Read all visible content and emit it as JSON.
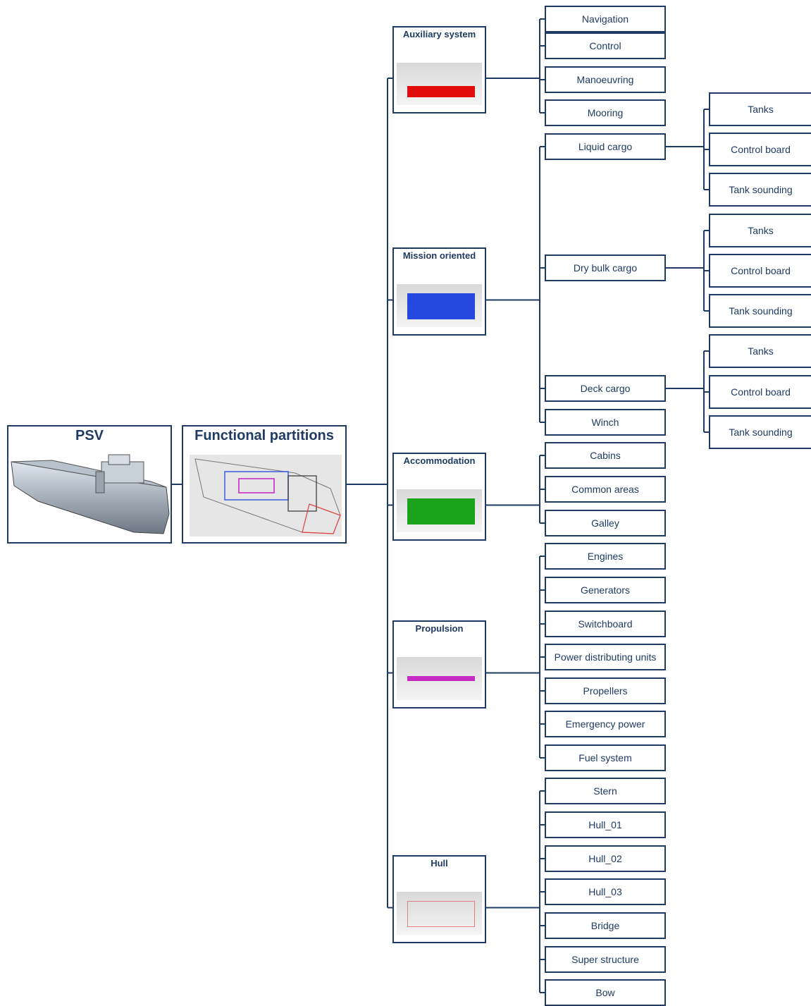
{
  "root": {
    "title": "PSV"
  },
  "functional": {
    "title": "Functional partitions"
  },
  "subsystems": [
    {
      "title": "Auxiliary system",
      "color": "#e00000",
      "items": [
        "Navigation",
        "Control",
        "Manoeuvring",
        "Mooring"
      ]
    },
    {
      "title": "Mission oriented",
      "color": "#1a3fe0",
      "items": [
        "Liquid cargo",
        "Dry bulk cargo",
        "Deck cargo",
        "Winch"
      ]
    },
    {
      "title": "Accommodation",
      "color": "#10a010",
      "items": [
        "Cabins",
        "Common areas",
        "Galley"
      ]
    },
    {
      "title": "Propulsion",
      "color": "#c020c0",
      "items": [
        "Engines",
        "Generators",
        "Switchboard",
        "Power distributing units",
        "Propellers",
        "Emergency power",
        "Fuel system"
      ]
    },
    {
      "title": "Hull",
      "color": "#e08080",
      "items": [
        "Stern",
        "Hull_01",
        "Hull_02",
        "Hull_03",
        "Bridge",
        "Super structure",
        "Bow"
      ]
    }
  ],
  "cargo_details": [
    {
      "parent": "Liquid cargo",
      "items": [
        "Tanks",
        "Control board",
        "Tank sounding"
      ]
    },
    {
      "parent": "Dry bulk cargo",
      "items": [
        "Tanks",
        "Control board",
        "Tank sounding"
      ]
    },
    {
      "parent": "Deck cargo",
      "items": [
        "Tanks",
        "Control board",
        "Tank sounding"
      ]
    }
  ]
}
